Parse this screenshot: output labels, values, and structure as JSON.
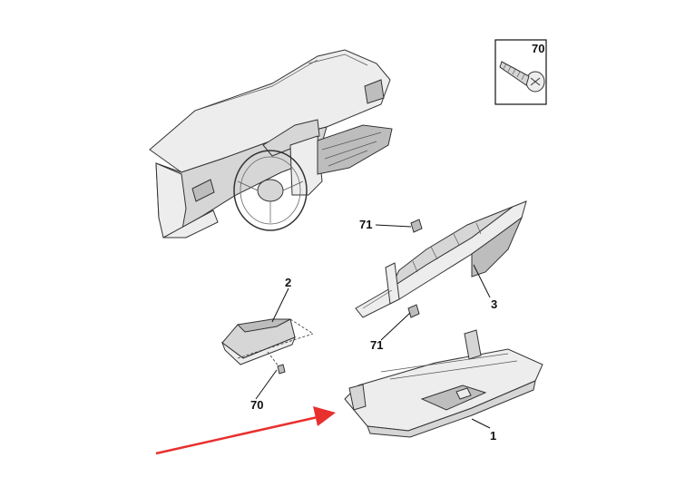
{
  "callouts": {
    "screw_inset": "70",
    "part_2": "2",
    "screw_lower": "70",
    "clip_upper": "71",
    "clip_lower": "71",
    "part_3": "3",
    "part_1": "1"
  },
  "colors": {
    "arrow": "#e8302f",
    "line": "#333333",
    "part": "#ededed"
  },
  "icons": {
    "screw_inset": "screw-icon",
    "arrow": "red-arrow-icon"
  }
}
